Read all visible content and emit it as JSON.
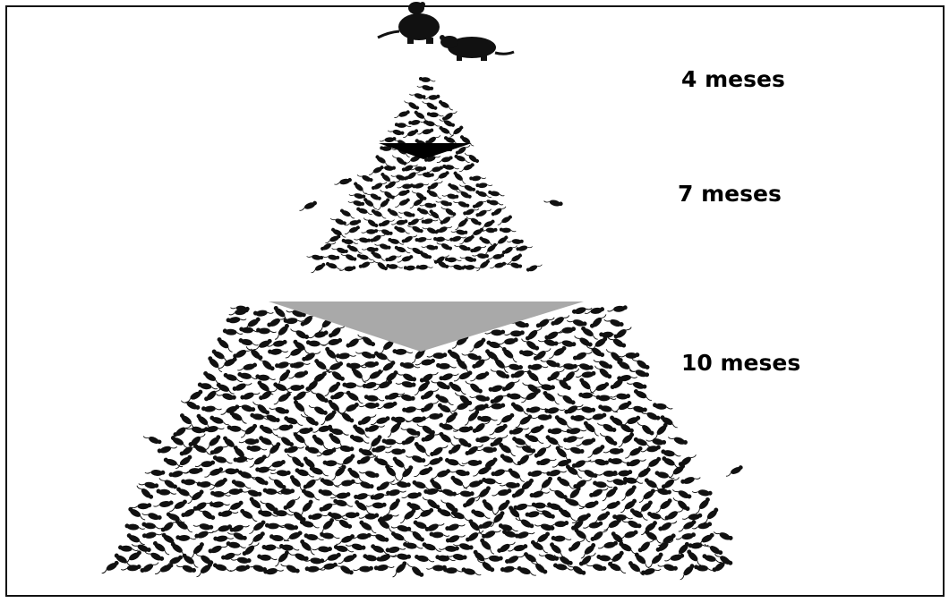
{
  "diagram": {
    "stages": [
      {
        "id": "stage-1",
        "label": "4 meses"
      },
      {
        "id": "stage-2",
        "label": "7 meses"
      },
      {
        "id": "stage-3",
        "label": "10 meses"
      }
    ],
    "colors": {
      "rat": "#111111",
      "background": "#ffffff",
      "small_wedge": "#000000",
      "large_wedge": "#a9a9a9",
      "border": "#111111"
    }
  }
}
